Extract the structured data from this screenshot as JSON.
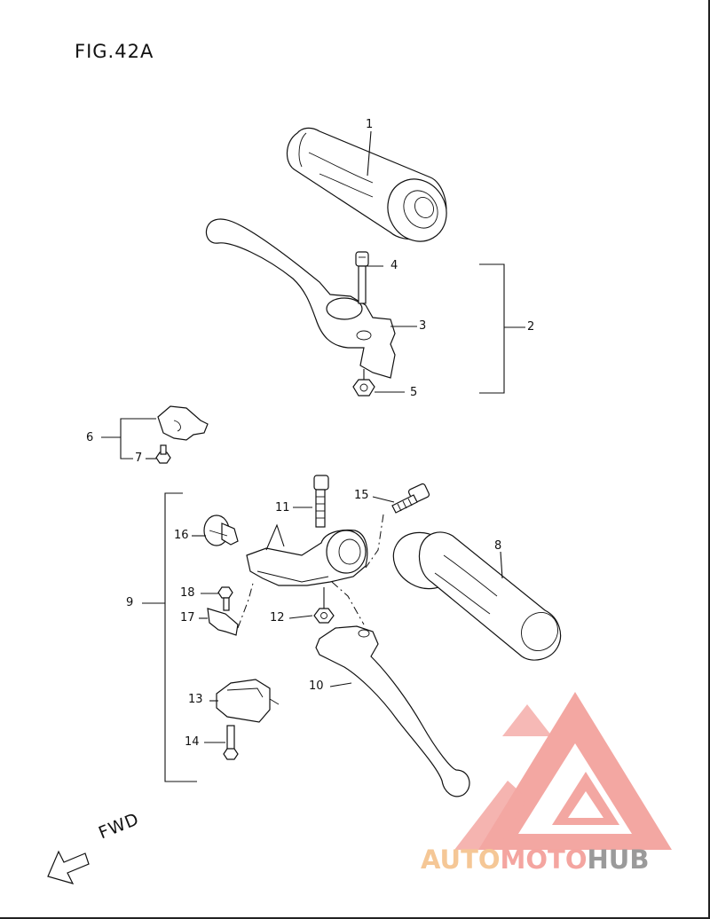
{
  "figure": {
    "title": "FIG.42A"
  },
  "callouts": [
    {
      "id": "c1",
      "label": "1"
    },
    {
      "id": "c2",
      "label": "2"
    },
    {
      "id": "c3",
      "label": "3"
    },
    {
      "id": "c4",
      "label": "4"
    },
    {
      "id": "c5",
      "label": "5"
    },
    {
      "id": "c6",
      "label": "6"
    },
    {
      "id": "c7",
      "label": "7"
    },
    {
      "id": "c8",
      "label": "8"
    },
    {
      "id": "c9",
      "label": "9"
    },
    {
      "id": "c10",
      "label": "10"
    },
    {
      "id": "c11",
      "label": "11"
    },
    {
      "id": "c12",
      "label": "12"
    },
    {
      "id": "c13",
      "label": "13"
    },
    {
      "id": "c14",
      "label": "14"
    },
    {
      "id": "c15",
      "label": "15"
    },
    {
      "id": "c16",
      "label": "16"
    },
    {
      "id": "c17",
      "label": "17"
    },
    {
      "id": "c18",
      "label": "18"
    }
  ],
  "direction": {
    "label": "FWD"
  },
  "watermark": {
    "part1": "AUTO",
    "part2": "MOTO",
    "part3": "HUB",
    "colors": {
      "part1": "#f5c796",
      "part2": "#f4a5a0",
      "part3": "#9a9a9a",
      "logo": "#f08a84"
    }
  }
}
